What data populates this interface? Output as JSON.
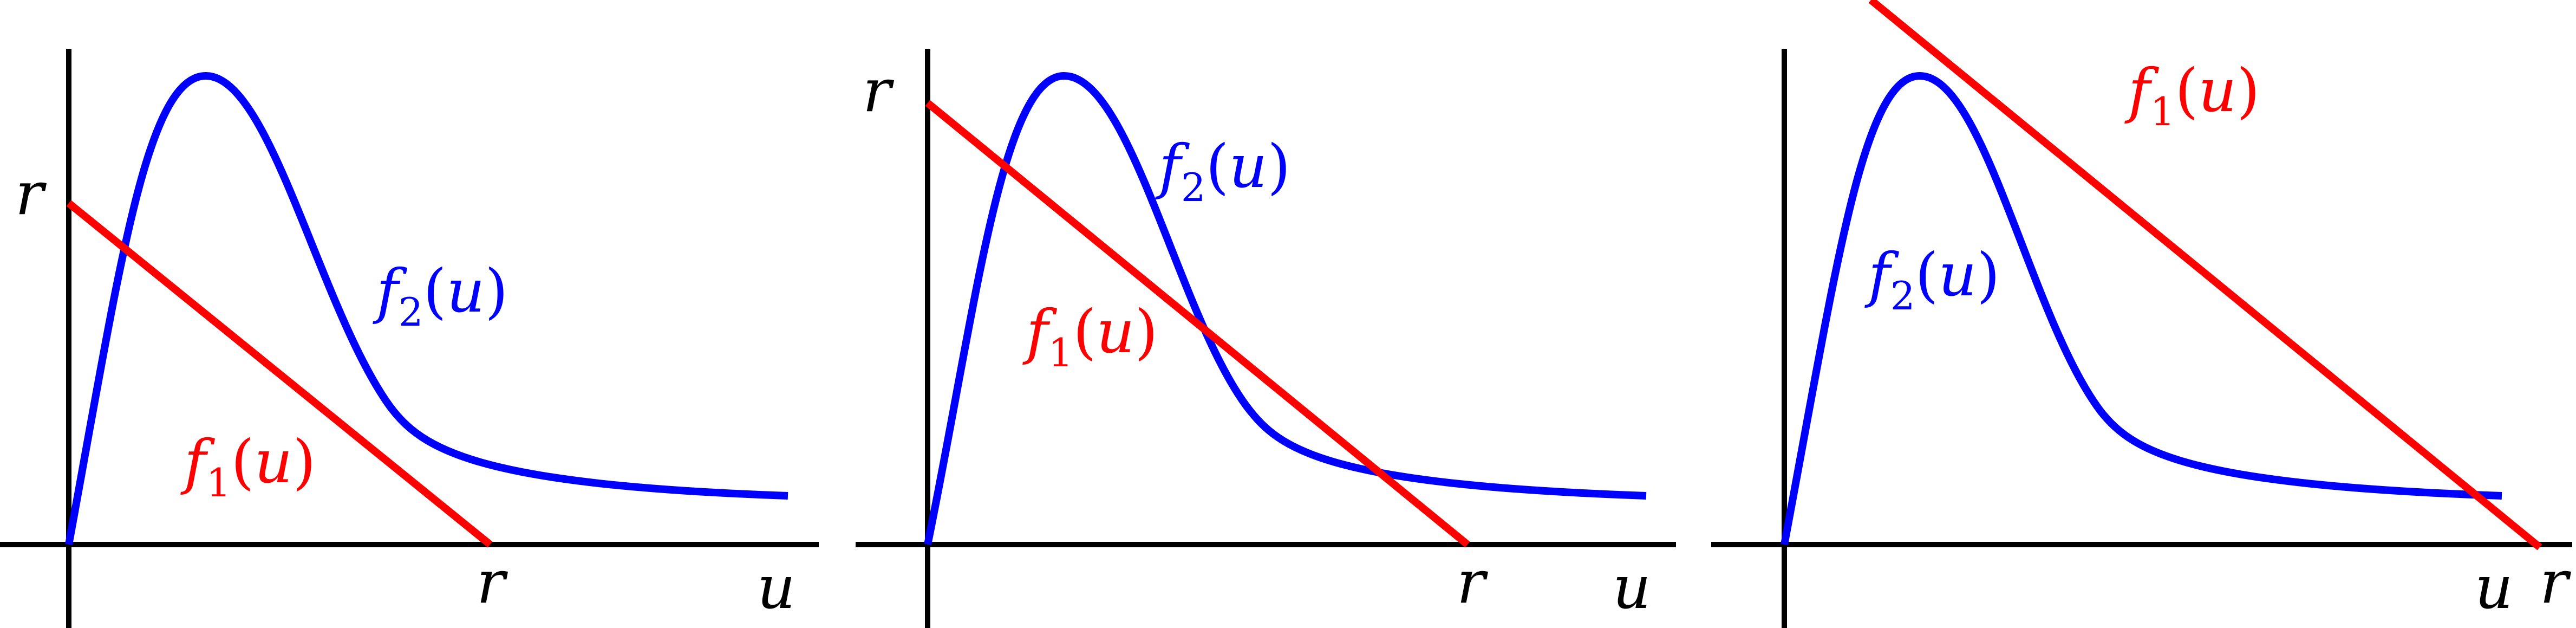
{
  "colors": {
    "f1": "#ff0000",
    "f2": "#0000ff",
    "axis": "#000000"
  },
  "labels": {
    "r": "r",
    "u": "u",
    "f1_func": "f",
    "f1_sub": "1",
    "f2_func": "f",
    "f2_sub": "2",
    "arg_open": "(",
    "arg_var": "u",
    "arg_close": ")"
  },
  "panels": [
    {
      "id": "left"
    },
    {
      "id": "middle"
    },
    {
      "id": "right"
    }
  ]
}
